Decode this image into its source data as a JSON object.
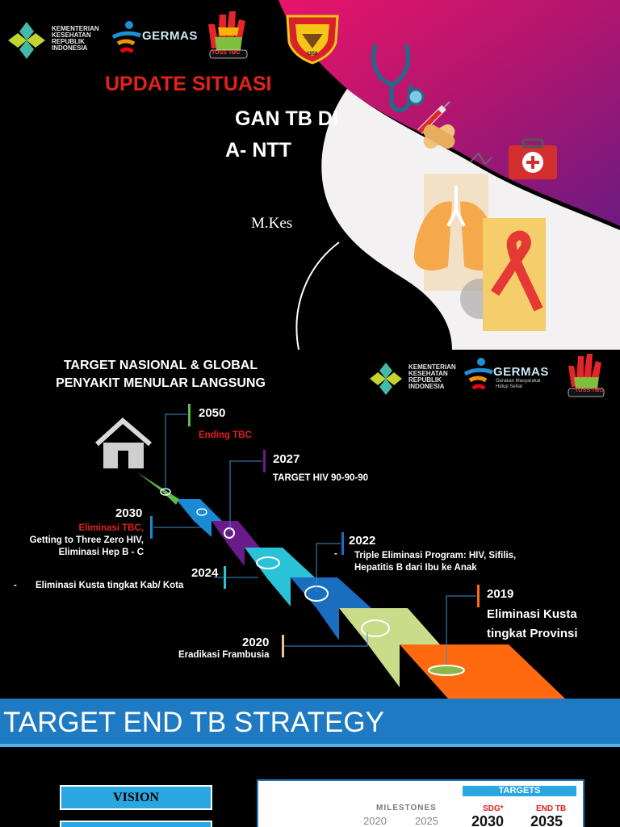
{
  "slide1": {
    "logos": {
      "kemenkes_text": [
        "KEMENTERIAN",
        "KESEHATAN",
        "REPUBLIK",
        "INDONESIA"
      ],
      "germas": "GERMAS",
      "toss_tbc": "TOSS TBC",
      "seal_year": "1958"
    },
    "title": "UPDATE SITUASI",
    "subtitle_line1": "GAN TB DI",
    "subtitle_line2": "A- NTT",
    "presenter_partial": "M.Kes"
  },
  "slide2": {
    "title_line1": "TARGET NASIONAL & GLOBAL",
    "title_line2": "PENYAKIT MENULAR LANGSUNG",
    "logos": {
      "kemenkes_text": [
        "KEMENTERIAN",
        "KESEHATAN",
        "REPUBLIK",
        "INDONESIA"
      ],
      "germas": "GERMAS",
      "germas_tag_1": "Gerakan Masyarakat",
      "germas_tag_2": "Hidup Sehat",
      "toss_tbc": "TOSS TBC"
    },
    "milestones": [
      {
        "year": "2050",
        "lines": [
          "Ending TBC"
        ]
      },
      {
        "year": "2027",
        "lines": [
          "TARGET HIV 90-90-90"
        ]
      },
      {
        "year": "2030",
        "lines": [
          "Eliminasi TBC,",
          "Getting to Three Zero HIV,",
          "Eliminasi Hep B - C"
        ]
      },
      {
        "year": "2022",
        "lines": [
          "Triple Eliminasi Program: HIV, Sifilis,",
          "Hepatitis B dari Ibu ke Anak"
        ]
      },
      {
        "year": "2024",
        "lines": [
          "Eliminasi Kusta tingkat Kab/ Kota"
        ]
      },
      {
        "year": "2019",
        "lines": [
          "Eliminasi Kusta",
          "tingkat Provinsi"
        ]
      },
      {
        "year": "2020",
        "lines": [
          "Eradikasi Frambusia"
        ]
      }
    ],
    "dash": "-",
    "colors": {
      "green": "#5dbb46",
      "blue": "#1a8ad4",
      "purple": "#6a1b8a",
      "cyan": "#29c2d6",
      "darkblue": "#1a6ec0",
      "lime": "#c8dc8a",
      "orange": "#ff6a10"
    }
  },
  "slide3": {
    "title": "TARGET END TB STRATEGY",
    "vision": "VISION",
    "targets": "TARGETS",
    "milestones": "MILESTONES",
    "years": [
      "2020",
      "2025"
    ],
    "sdg_label": "SDG*",
    "sdg_year": "2030",
    "endtb_label": "END TB",
    "endtb_year": "2035"
  }
}
